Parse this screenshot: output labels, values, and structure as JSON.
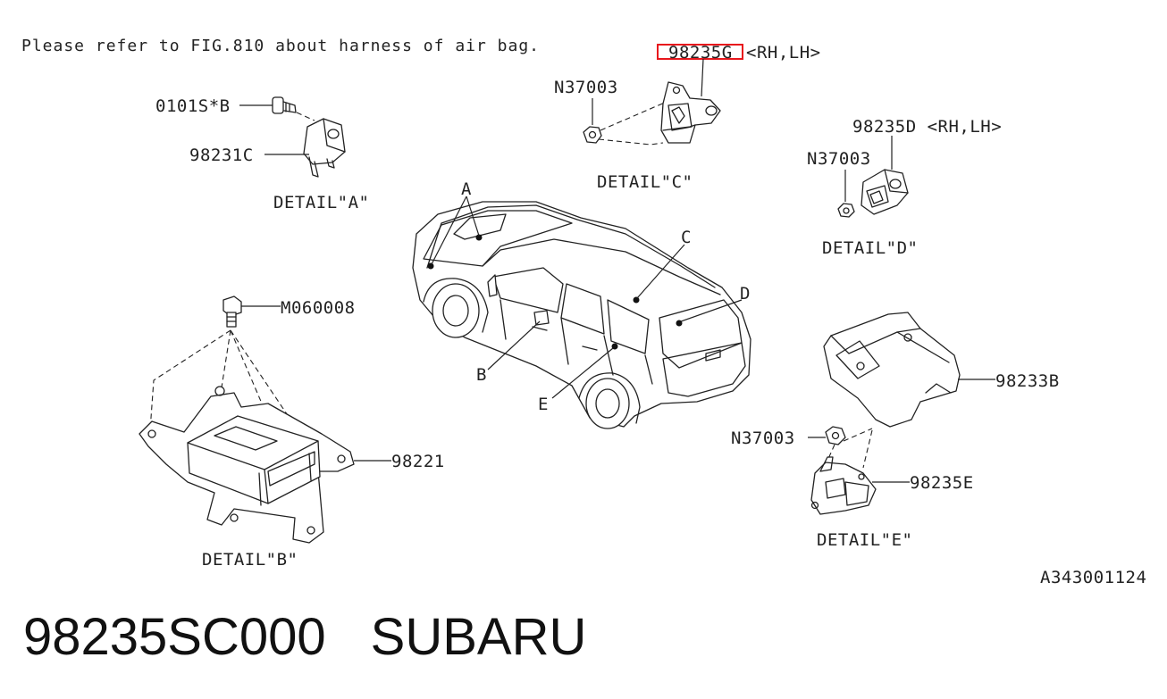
{
  "note": "Please refer to FIG.810 about harness of air bag.",
  "figure_code": "A343001124",
  "parts": {
    "bolt_a": "0101S*B",
    "sensor_a": "98231C",
    "bolt_b": "M060008",
    "unit_b": "98221",
    "nut_c": "N37003",
    "sensor_c": "98235G",
    "sensor_c_side": "<RH,LH>",
    "nut_d": "N37003",
    "sensor_d": "98235D <RH,LH>",
    "cover_e": "98233B",
    "nut_e": "N37003",
    "sensor_e": "98235E"
  },
  "details": {
    "a": "DETAIL\"A\"",
    "b": "DETAIL\"B\"",
    "c": "DETAIL\"C\"",
    "d": "DETAIL\"D\"",
    "e": "DETAIL\"E\""
  },
  "car_labels": {
    "a": "A",
    "b": "B",
    "c": "C",
    "d": "D",
    "e": "E"
  },
  "highlight_color": "#e8161c",
  "caption": {
    "part_number": "98235SC000",
    "brand": "SUBARU"
  }
}
